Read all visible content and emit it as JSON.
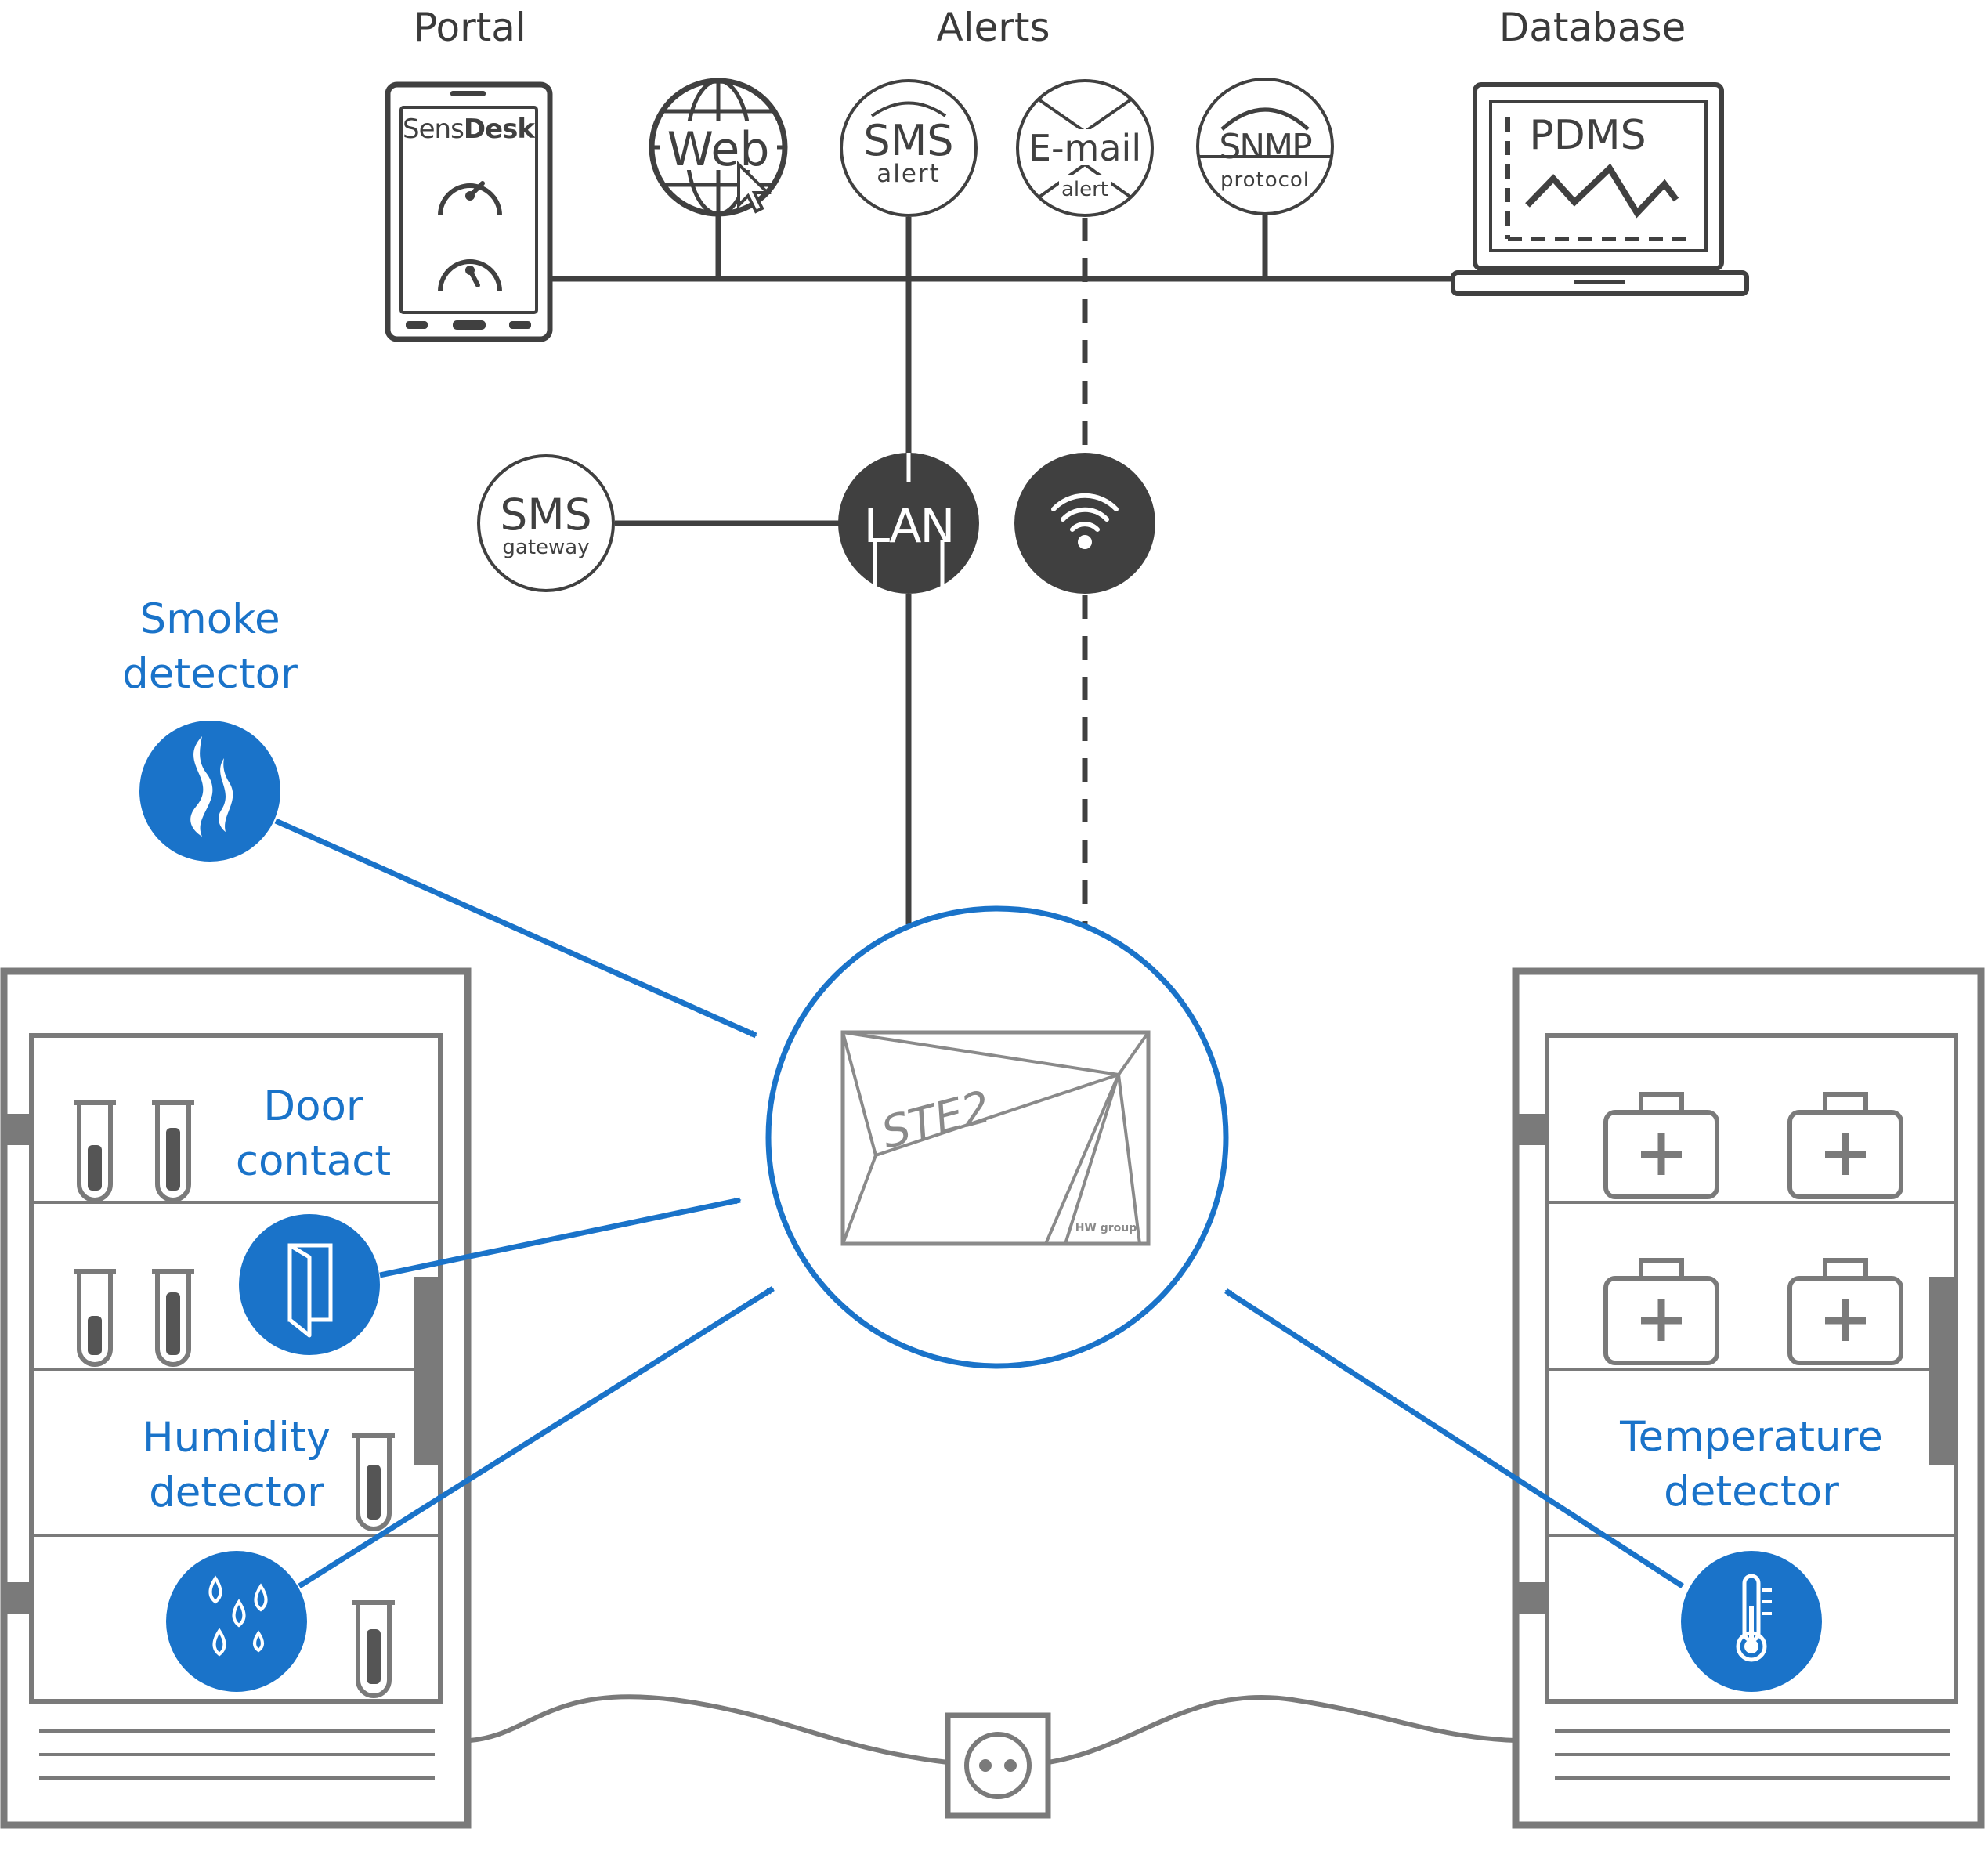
{
  "headers": {
    "portal": "Portal",
    "alerts": "Alerts",
    "database": "Database"
  },
  "portal": {
    "brand_light": "Sens",
    "brand_bold": "Desk"
  },
  "alerts": {
    "web": "Web",
    "sms_main": "SMS",
    "sms_sub": "alert",
    "email_main": "E-mail",
    "email_sub": "alert",
    "snmp_main": "SNMP",
    "snmp_sub": "protocol"
  },
  "database": {
    "pdms": "PDMS"
  },
  "network": {
    "sms_gateway_main": "SMS",
    "sms_gateway_sub": "gateway",
    "lan": "LAN"
  },
  "device": {
    "name": "STE2",
    "brand": "HW group"
  },
  "sensors": {
    "smoke_line1": "Smoke",
    "smoke_line2": "detector",
    "door_line1": "Door",
    "door_line2": "contact",
    "humidity_line1": "Humidity",
    "humidity_line2": "detector",
    "temperature_line1": "Temperature",
    "temperature_line2": "detector"
  },
  "colors": {
    "accent": "#1a73c9",
    "dark": "#404040",
    "gray": "#7a7a7a"
  }
}
